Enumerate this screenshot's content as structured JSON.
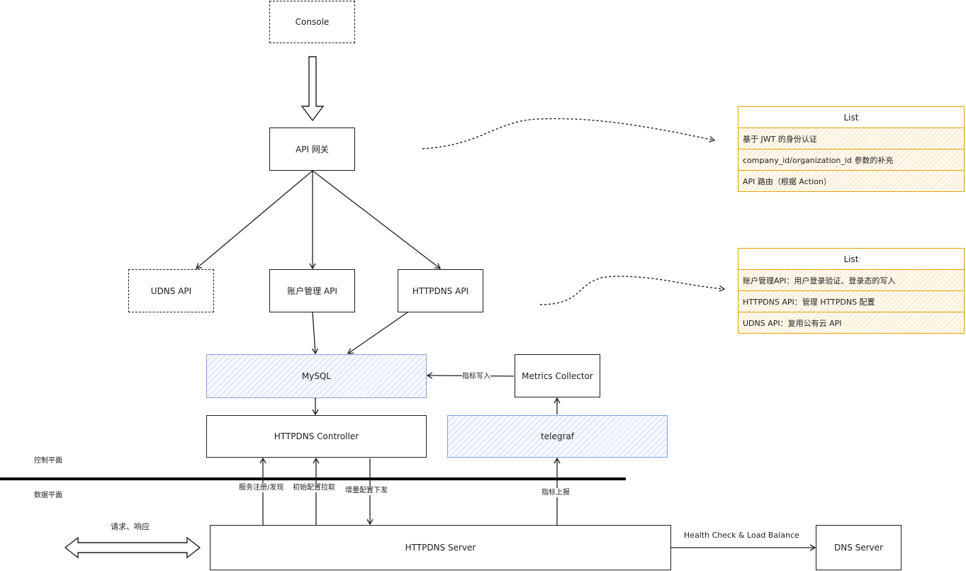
{
  "nodes": {
    "console": "Console",
    "api_gateway": "API 网关",
    "udns_api": "UDNS API",
    "account_api": "账户管理 API",
    "httpdns_api": "HTTPDNS API",
    "mysql": "MySQL",
    "metrics_collector": "Metrics Collector",
    "httpdns_controller": "HTTPDNS Controller",
    "telegraf": "telegraf",
    "httpdns_server": "HTTPDNS Server",
    "dns_server": "DNS Server"
  },
  "lists": [
    {
      "header": "List",
      "items": [
        "基于 JWT 的身份认证",
        "company_id/organization_id 参数的补充",
        "API 路由（根据 Action）"
      ]
    },
    {
      "header": "List",
      "items": [
        "账户管理API：用户登录验证、登录态的写入",
        "HTTPDNS API：管理 HTTPDNS 配置",
        "UDNS API：复用公有云 API"
      ]
    }
  ],
  "edge_labels": {
    "metrics_write": "指标写入",
    "service_register": "服务注册/发现",
    "initial_config_pull": "初始配置拉取",
    "incremental_config_push": "增量配置下发",
    "metrics_report": "指标上报",
    "request_response": "请求、响应",
    "health_check": "Health Check & Load Balance"
  },
  "planes": {
    "control": "控制平面",
    "data": "数据平面"
  },
  "colors": {
    "stroke": "#1e1e1e",
    "list_border": "#e6a100",
    "blue_hatch": "#7ea6e0"
  }
}
